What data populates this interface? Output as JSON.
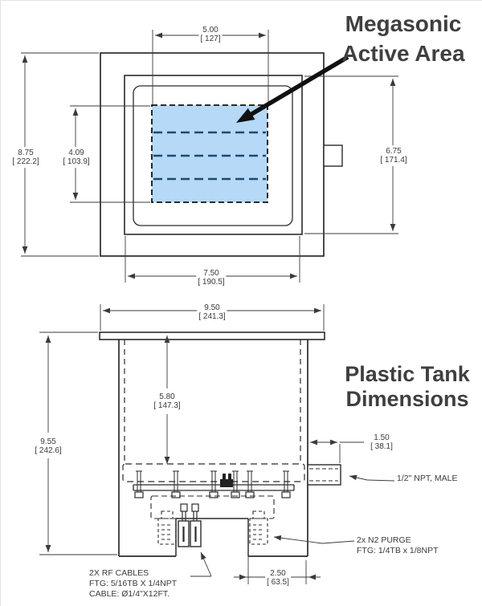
{
  "titles": {
    "megasonic_line1": "Megasonic",
    "megasonic_line2": "Active Area",
    "plastic_line1": "Plastic Tank",
    "plastic_line2": "Dimensions"
  },
  "top_view": {
    "dims": {
      "active_width": {
        "in": "5.00",
        "mm": "[ 127]"
      },
      "active_height": {
        "in": "4.09",
        "mm": "[ 103.9]"
      },
      "outer_height": {
        "in": "8.75",
        "mm": "[ 222.2]"
      },
      "rim_height": {
        "in": "6.75",
        "mm": "[ 171.4]"
      },
      "rim_width": {
        "in": "7.50",
        "mm": "[ 190.5]"
      }
    }
  },
  "side_view": {
    "dims": {
      "flange_width": {
        "in": "9.50",
        "mm": "[ 241.3]"
      },
      "total_height": {
        "in": "9.55",
        "mm": "[ 242.6]"
      },
      "internal_depth": {
        "in": "5.80",
        "mm": "[ 147.3]"
      },
      "fitting_length": {
        "in": "1.50",
        "mm": "[ 38.1]"
      },
      "leg_width": {
        "in": "2.50",
        "mm": "[ 63.5]"
      }
    },
    "callouts": {
      "npt": "1/2\" NPT, MALE",
      "purge_line1": "2x N2 PURGE",
      "purge_line2": "FTG: 1/4TB x 1/8NPT",
      "rf_line1": "2X RF CABLES",
      "rf_line2": "FTG: 5/16TB X 1/4NPT",
      "rf_line3": "CABLE: Ø1/4\"X12FT."
    }
  },
  "colors": {
    "ink": "#2b2b2b",
    "dim_line": "#3a3a3a",
    "title_text": "#3f3f3f",
    "active_area_fill": "#b5d9f6",
    "active_area_line": "#1d4a73"
  }
}
